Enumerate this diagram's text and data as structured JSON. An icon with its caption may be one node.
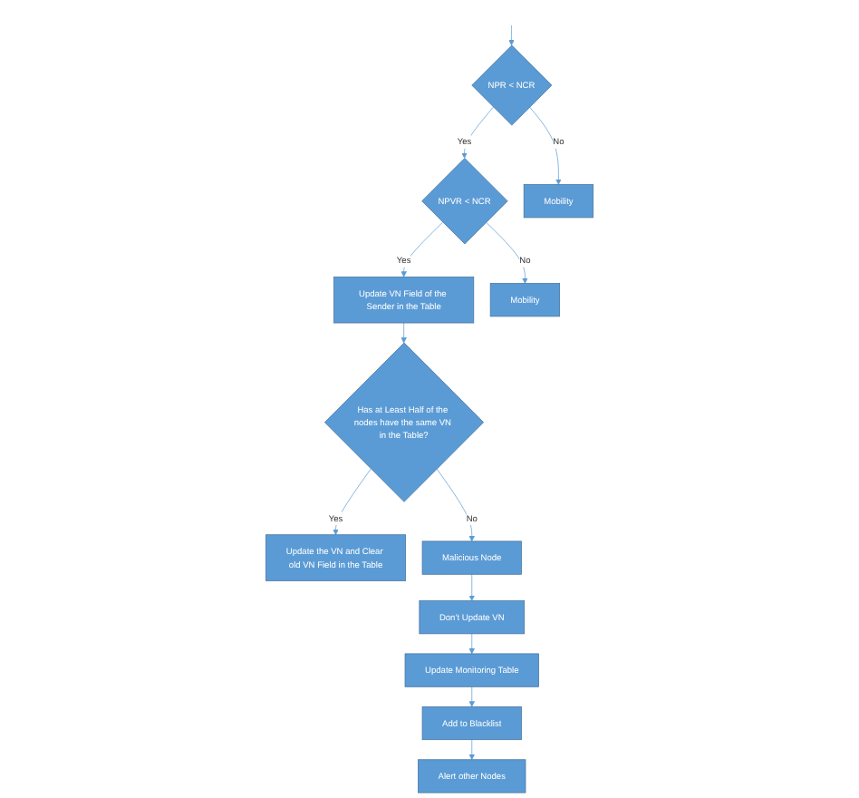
{
  "diagram": {
    "nodes": [
      {
        "text": [
          "NPR < NCR"
        ]
      },
      {
        "text": [
          "NPVR < NCR"
        ]
      },
      {
        "text": [
          "Mobility"
        ]
      },
      {
        "text": [
          "Update VN Field of the Sender in the Table"
        ]
      },
      {
        "text": [
          "Mobility"
        ]
      },
      {
        "text": [
          "Has at Least Half of the nodes have the same VN in the Table?"
        ]
      },
      {
        "text": [
          "Update the VN and Clear old VN Field in the Table"
        ]
      },
      {
        "text": [
          "Malicious Node"
        ]
      },
      {
        "text": [
          "Don’t Update VN"
        ]
      },
      {
        "text": [
          "Update Monitoring Table"
        ]
      },
      {
        "text": [
          "Add to Blacklist"
        ]
      },
      {
        "text": [
          "Alert other Nodes"
        ]
      }
    ],
    "edges": [
      {
        "from": null,
        "to": 0,
        "arrow": "to"
      },
      {
        "from": 0,
        "to": 1,
        "label": "Yes",
        "arrow": "to"
      },
      {
        "from": 0,
        "to": 2,
        "label": "No",
        "arrow": "to"
      },
      {
        "from": 1,
        "to": 3,
        "label": "Yes",
        "arrow": "to"
      },
      {
        "from": 1,
        "to": 4,
        "label": "No",
        "arrow": "to"
      },
      {
        "from": 3,
        "to": 5,
        "arrow": "to"
      },
      {
        "from": 5,
        "to": 6,
        "label": "Yes",
        "arrow": "to"
      },
      {
        "from": 5,
        "to": 7,
        "label": "No",
        "arrow": "to"
      },
      {
        "from": 7,
        "to": 8,
        "arrow": "to"
      },
      {
        "from": 8,
        "to": 9,
        "arrow": "to"
      },
      {
        "from": 9,
        "to": 10,
        "arrow": "to"
      },
      {
        "from": 10,
        "to": 11,
        "arrow": "to"
      }
    ]
  }
}
